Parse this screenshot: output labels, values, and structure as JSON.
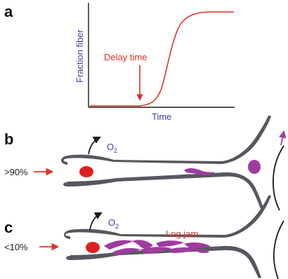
{
  "colors": {
    "axis": "#1a1a1a",
    "curve": "#d9342b",
    "blue_text": "#3b3fa0",
    "red_text": "#d9342b",
    "vessel": "#55585e",
    "cell_red": "#e0201f",
    "cell_purple": "#a03aa0",
    "black": "#1a1a1a"
  },
  "panel_a": {
    "label": "a",
    "y_axis_label": "Fraction fiber",
    "x_axis_label": "Time",
    "annotation": "Delay time"
  },
  "panel_b": {
    "label": "b",
    "percent": ">90%",
    "gas_main": "O",
    "gas_sub": "2"
  },
  "panel_c": {
    "label": "c",
    "percent": "<10%",
    "gas_main": "O",
    "gas_sub": "2",
    "annotation": "Log jam"
  }
}
